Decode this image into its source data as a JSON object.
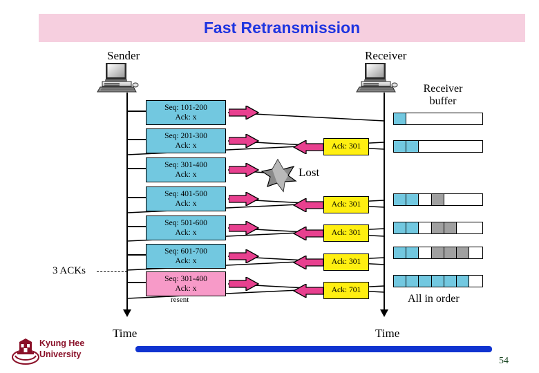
{
  "slide": {
    "title": "Fast Retransmission",
    "page_number": "54",
    "title_bg": "#f6cfdf",
    "title_color": "#1f35e0"
  },
  "diagram": {
    "sender_label": "Sender",
    "receiver_label": "Receiver",
    "sender_time_label": "Time",
    "receiver_time_label": "Time",
    "buffer_title_line1": "Receiver",
    "buffer_title_line2": "buffer",
    "all_in_order_label": "All in order",
    "lost_label": "Lost",
    "three_acks_label": "3 ACKs",
    "resent_label": "resent",
    "segment_color": "#72c8e0",
    "resend_color": "#f79ac8",
    "ack_color": "#ffef11",
    "arrow_color": "#e8408f",
    "buffer_filled_color": "#72c8e0",
    "buffer_gray_color": "#a0a0a0"
  },
  "segments": [
    {
      "seq": "Seq: 101-200",
      "ack": "Ack: x",
      "kind": "data"
    },
    {
      "seq": "Seq: 201-300",
      "ack": "Ack: x",
      "kind": "data"
    },
    {
      "seq": "Seq: 301-400",
      "ack": "Ack: x",
      "kind": "data"
    },
    {
      "seq": "Seq: 401-500",
      "ack": "Ack: x",
      "kind": "data"
    },
    {
      "seq": "Seq: 501-600",
      "ack": "Ack: x",
      "kind": "data"
    },
    {
      "seq": "Seq: 601-700",
      "ack": "Ack: x",
      "kind": "data"
    },
    {
      "seq": "Seq: 301-400",
      "ack": "Ack: x",
      "kind": "resend"
    }
  ],
  "acks": [
    {
      "label": "Ack: 301"
    },
    {
      "label": "Ack: 301"
    },
    {
      "label": "Ack: 301"
    },
    {
      "label": "Ack: 301"
    },
    {
      "label": "Ack: 701"
    }
  ],
  "buffer_rows": [
    {
      "cells": [
        "filled",
        "empty",
        "empty",
        "empty",
        "empty",
        "empty",
        "empty"
      ]
    },
    {
      "cells": [
        "filled",
        "filled",
        "empty",
        "empty",
        "empty",
        "empty",
        "empty"
      ]
    },
    {
      "cells": [
        "filled",
        "filled",
        "empty",
        "gray",
        "empty",
        "empty",
        "empty"
      ]
    },
    {
      "cells": [
        "filled",
        "filled",
        "empty",
        "gray",
        "gray",
        "empty",
        "empty"
      ]
    },
    {
      "cells": [
        "filled",
        "filled",
        "empty",
        "gray",
        "gray",
        "gray",
        "empty"
      ]
    },
    {
      "cells": [
        "filled",
        "filled",
        "filled",
        "filled",
        "filled",
        "filled",
        "empty"
      ]
    }
  ],
  "footer": {
    "logo_line1": "Kyung Hee",
    "logo_line2": "University",
    "bar_color": "#1033d0",
    "logo_color": "#8a1028"
  }
}
